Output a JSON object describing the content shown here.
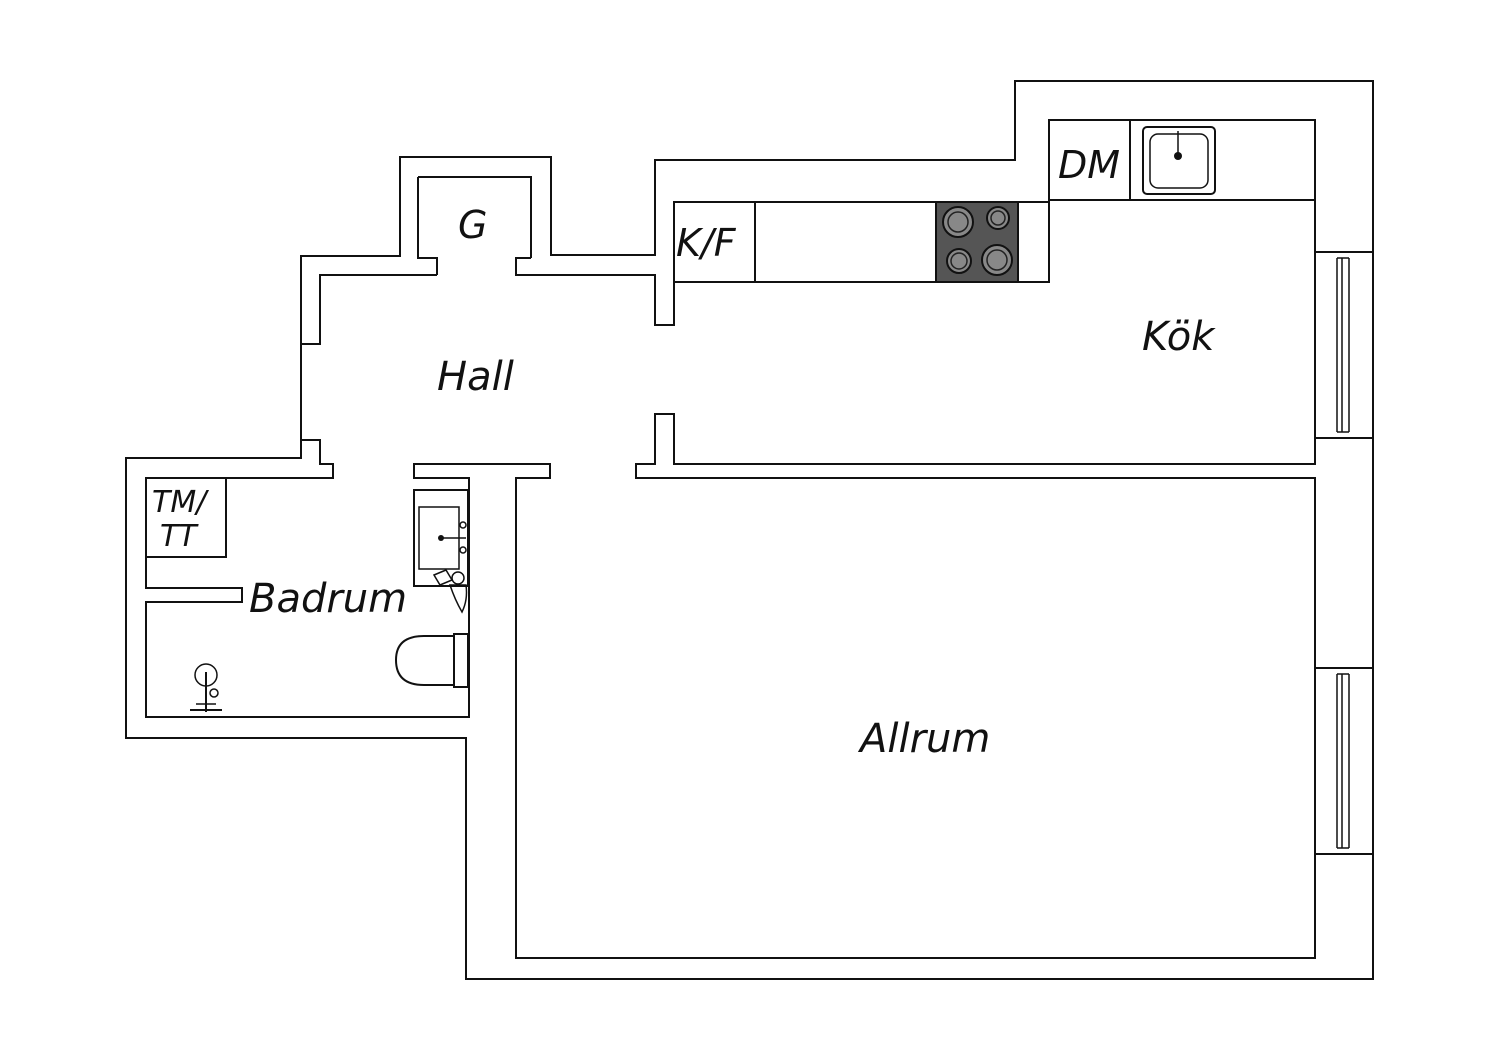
{
  "rooms": {
    "hall": "Hall",
    "kok": "Kök",
    "allrum": "Allrum",
    "badrum": "Badrum"
  },
  "fixtures": {
    "garderob": "G",
    "kyl_frys": "K/F",
    "diskmaskin": "DM",
    "tvattmaskin_line1": "TM/",
    "tvattmaskin_line2": "TT"
  },
  "colors": {
    "wall_stroke": "#111111",
    "stove": "#555555",
    "background": "#ffffff"
  }
}
